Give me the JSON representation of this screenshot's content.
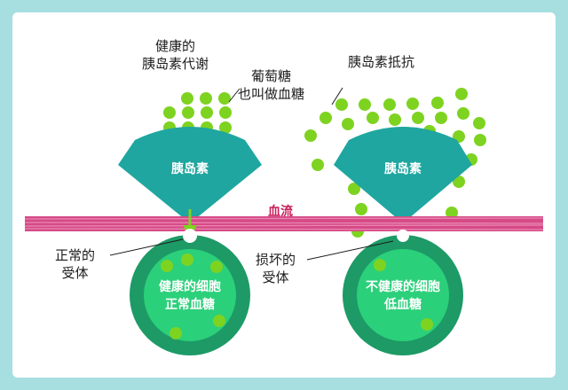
{
  "colors": {
    "background": "#a7dfe0",
    "panel": "#ffffff",
    "insulin": "#1fa6a0",
    "glucose": "#7ed321",
    "blood_stream": "#d64a86",
    "cell_ring": "#1d9a66",
    "cell_inner": "#2bd07a",
    "text": "#1c1c1c",
    "blood_label": "#c81e5a"
  },
  "labels": {
    "healthy_metabolism": "健康的\n胰岛素代谢",
    "glucose": "葡萄糖\n也叫做血糖",
    "insulin_resistance": "胰岛素抵抗",
    "insulin_left": "胰岛素",
    "insulin_right": "胰岛素",
    "blood_flow": "血流",
    "normal_receptor": "正常的\n受体",
    "damaged_receptor": "损坏的\n受体",
    "healthy_cell": "健康的细胞\n正常血糖",
    "unhealthy_cell": "不健康的细胞\n低血糖"
  }
}
